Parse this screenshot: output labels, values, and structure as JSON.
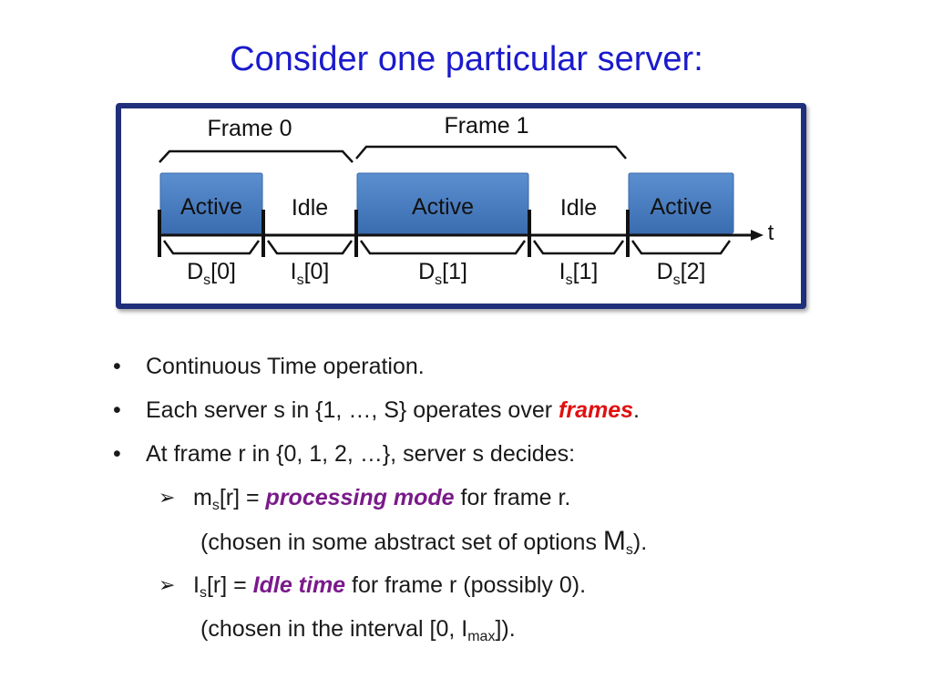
{
  "title": "Consider one particular server:",
  "diagram": {
    "frame_labels": [
      "Frame 0",
      "Frame 1"
    ],
    "segments": [
      {
        "label": "Active",
        "type": "active",
        "d_main": "D",
        "d_sub": "s",
        "d_idx": "[0]"
      },
      {
        "label": "Idle",
        "type": "idle",
        "d_main": "I",
        "d_sub": "s",
        "d_idx": "[0]"
      },
      {
        "label": "Active",
        "type": "active",
        "d_main": "D",
        "d_sub": "s",
        "d_idx": "[1]"
      },
      {
        "label": "Idle",
        "type": "idle",
        "d_main": "I",
        "d_sub": "s",
        "d_idx": "[1]"
      },
      {
        "label": "Active",
        "type": "active",
        "d_main": "D",
        "d_sub": "s",
        "d_idx": "[2]"
      }
    ],
    "axis_label": "t",
    "colors": {
      "active_fill": "#4f81bd",
      "frame_border": "#1f2f7a",
      "title": "#1a1acc"
    }
  },
  "bullets": {
    "b1": "Continuous Time operation.",
    "b2_pre": "Each server s in {1, …, S} operates over ",
    "b2_em": "frames",
    "b2_post": ".",
    "b3": "At frame r in {0, 1, 2, …}, server s decides:",
    "s1_m": "m",
    "s1_sub": "s",
    "s1_mid": "[r] = ",
    "s1_em": "processing mode",
    "s1_post": " for frame r.",
    "s1_cont_pre": "(chosen in some abstract set of options ",
    "s1_cont_M": "M",
    "s1_cont_sub": "s",
    "s1_cont_post": ").",
    "s2_I": "I",
    "s2_sub": "s",
    "s2_mid": "[r] = ",
    "s2_em": "Idle time",
    "s2_post": " for frame r (possibly 0).",
    "s2_cont_pre": "(chosen in the interval [0, I",
    "s2_cont_sub": "max",
    "s2_cont_post": "])."
  },
  "symbols": {
    "bullet": "•",
    "arrow": "➢"
  }
}
